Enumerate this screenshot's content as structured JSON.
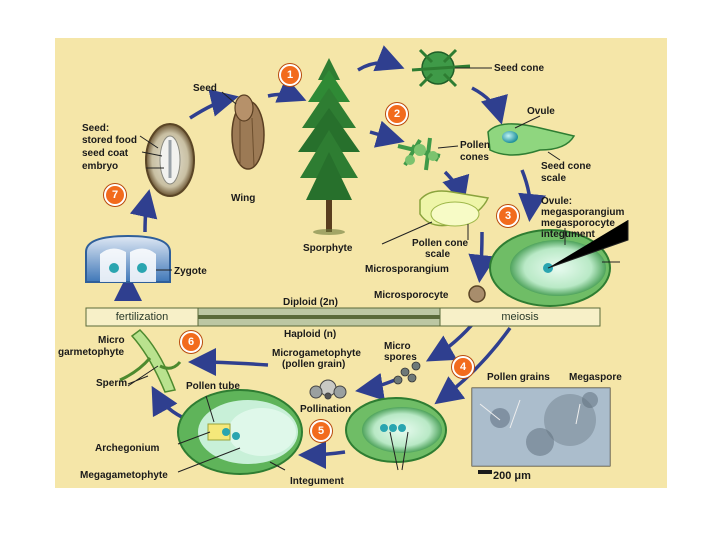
{
  "diagram": {
    "labels": {
      "seed": "Seed",
      "seed_parts": "Seed:",
      "stored_food": "stored food",
      "seed_coat": "seed coat",
      "embryo": "embryo",
      "wing": "Wing",
      "sporophyte": "Sporphyte",
      "seed_cone": "Seed cone",
      "pollen_cones_1": "Pollen",
      "pollen_cones_2": "cones",
      "ovule": "Ovule",
      "seed_cone_scale_1": "Seed cone",
      "seed_cone_scale_2": "scale",
      "ovule_detail_1": "Ovule:",
      "ovule_detail_2": "megasporangium",
      "ovule_detail_3": "megasporocyte",
      "ovule_detail_4": "integument",
      "pollen_cone_scale_1": "Pollen cone",
      "pollen_cone_scale_2": "scale",
      "microsporangium": "Microsporangium",
      "microsporocyte": "Microsporocyte",
      "zygote": "Zygote",
      "diploid": "Diploid (2n)",
      "haploid": "Haploid (n)",
      "fertilization": "fertilization",
      "meiosis": "meiosis",
      "micro_garmetophyte_1": "Micro",
      "micro_garmetophyte_2": "garmetophyte",
      "microgametophyte_1": "Microgametophyte",
      "microgametophyte_2": "(pollen grain)",
      "micro_spores_1": "Micro",
      "micro_spores_2": "spores",
      "sperm": "Sperm",
      "pollen_tube": "Pollen tube",
      "pollen_grains": "Pollen grains",
      "megaspore": "Megaspore",
      "pollination": "Pollination",
      "archegonium": "Archegonium",
      "megagametophyte": "Megagametophyte",
      "integument": "Integument",
      "scale_bar": "200 μm"
    },
    "steps": [
      "1",
      "2",
      "3",
      "4",
      "5",
      "6",
      "7"
    ],
    "colors": {
      "background": "#f5e6a8",
      "arrow": "#2f3f8f",
      "badge": "#f26b1d",
      "plant_green": "#2e7d32",
      "bar_fill": "#f7f0c8"
    }
  }
}
